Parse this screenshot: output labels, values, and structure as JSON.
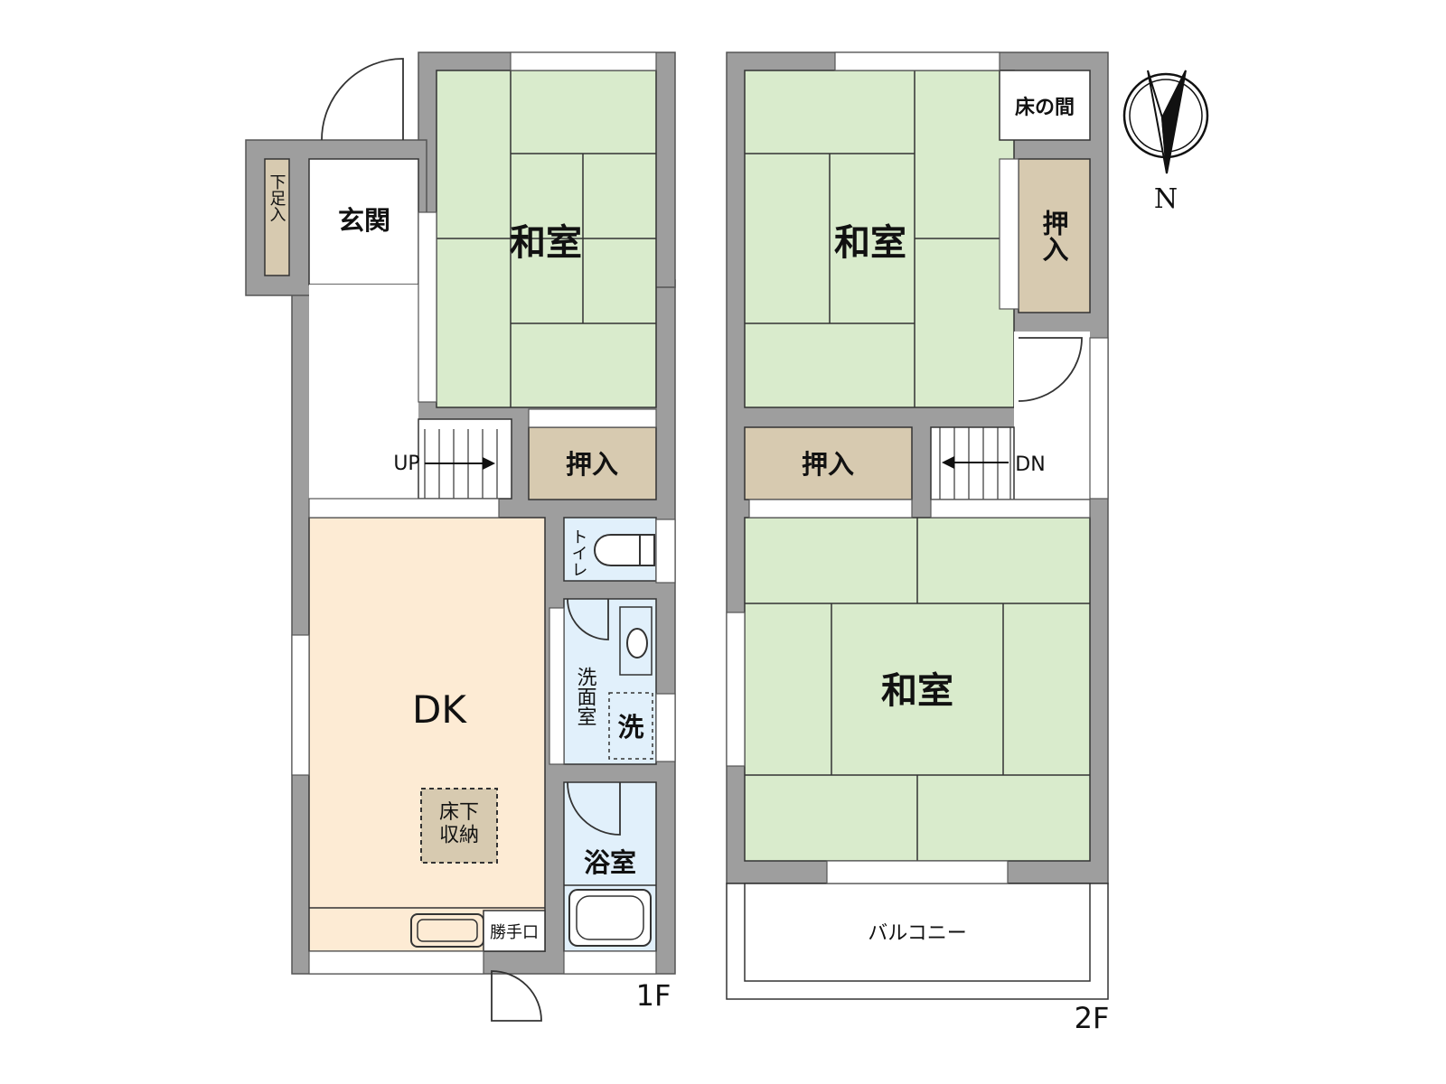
{
  "floor_plan": {
    "floor1": {
      "label": "1F",
      "rooms": {
        "japanese_room": "和室",
        "entrance": "玄関",
        "shoe_closet": "下足入",
        "closet": "押入",
        "dining_kitchen": "DK",
        "underfloor_storage": "床下\n収納",
        "kitchen_door": "勝手口",
        "toilet": "トイレ",
        "washroom": "洗面室",
        "washer": "洗",
        "bathroom": "浴室"
      },
      "stairs_label": "UP"
    },
    "floor2": {
      "label": "2F",
      "rooms": {
        "japanese_room_north": "和室",
        "tokonoma": "床の間",
        "closet_east": "押入",
        "closet_west": "押入",
        "japanese_room_south": "和室",
        "balcony": "バルコニー"
      },
      "stairs_label": "DN"
    },
    "compass": {
      "north_label": "N",
      "icon": "compass-icon"
    },
    "colors": {
      "wall": "#9e9e9e",
      "wall_outline": "#555555",
      "tatami": "#d9ebcc",
      "closet": "#d7cab0",
      "dk_floor": "#fdebd4",
      "wet_room": "#e1f0fb",
      "plain": "#ffffff"
    }
  }
}
